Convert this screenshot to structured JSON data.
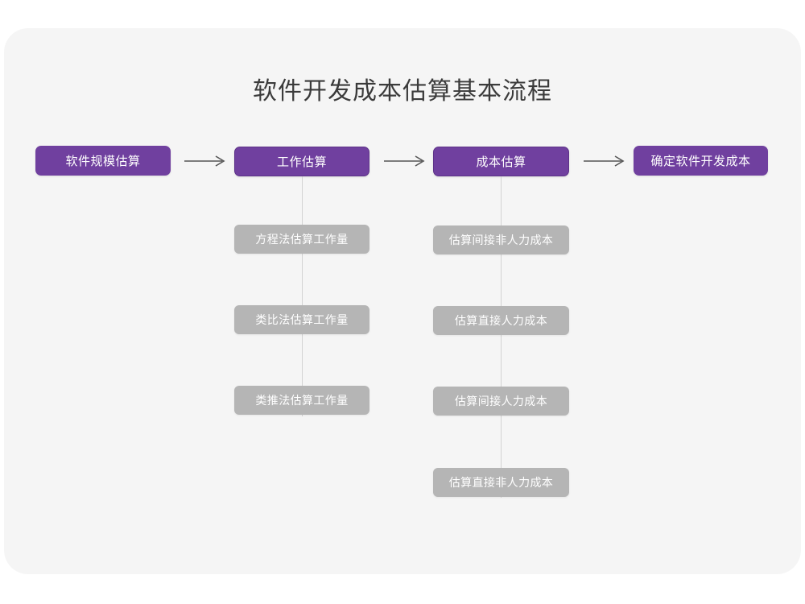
{
  "page": {
    "background_color": "#ffffff",
    "card_color": "#f5f5f5"
  },
  "diagram": {
    "title": "软件开发成本估算基本流程",
    "accent_color": "#70409f",
    "sub_color": "#b5b5b5",
    "line_color": "#d2d2d2",
    "arrow_color": "#555555",
    "arrow_glyph": "arrow-right",
    "stages": [
      {
        "id": "stage-1",
        "label": "软件规模估算",
        "substeps": []
      },
      {
        "id": "stage-2",
        "label": "工作估算",
        "substeps": [
          "方程法估算工作量",
          "类比法估算工作量",
          "类推法估算工作量"
        ]
      },
      {
        "id": "stage-3",
        "label": "成本估算",
        "substeps": [
          "估算间接非人力成本",
          "估算直接人力成本",
          "估算间接人力成本",
          "估算直接非人力成本"
        ]
      },
      {
        "id": "stage-4",
        "label": "确定软件开发成本",
        "substeps": []
      }
    ],
    "connectors": [
      {
        "from": "stage-1",
        "to": "stage-2",
        "type": "arrow-right"
      },
      {
        "from": "stage-2",
        "to": "stage-3",
        "type": "arrow-right"
      },
      {
        "from": "stage-3",
        "to": "stage-4",
        "type": "arrow-right"
      }
    ]
  }
}
